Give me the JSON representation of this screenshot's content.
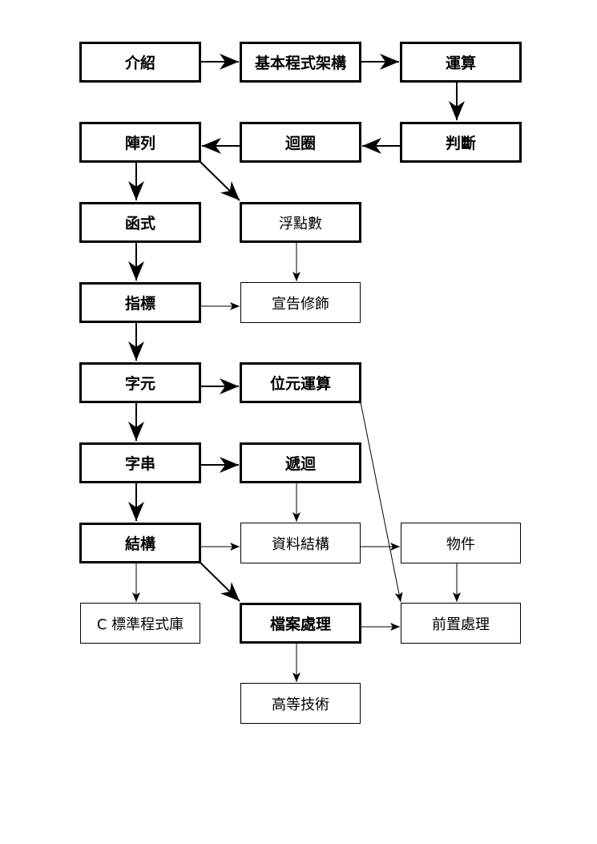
{
  "nodes": {
    "intro": {
      "label": "介紹"
    },
    "basic": {
      "label": "基本程式架構"
    },
    "operation": {
      "label": "運算"
    },
    "decision": {
      "label": "判斷"
    },
    "loop": {
      "label": "迴圈"
    },
    "array": {
      "label": "陣列"
    },
    "function": {
      "label": "函式"
    },
    "float": {
      "label": "浮點數"
    },
    "pointer": {
      "label": "指標"
    },
    "qualifier": {
      "label": "宣告修飾"
    },
    "char": {
      "label": "字元"
    },
    "bitop": {
      "label": "位元運算"
    },
    "string": {
      "label": "字串"
    },
    "recursion": {
      "label": "遞迴"
    },
    "struct": {
      "label": "結構"
    },
    "datastruct": {
      "label": "資料結構"
    },
    "object": {
      "label": "物件"
    },
    "stdlib": {
      "label": "C 標準程式庫"
    },
    "file": {
      "label": "檔案處理"
    },
    "preproc": {
      "label": "前置處理"
    },
    "advanced": {
      "label": "高等技術"
    }
  }
}
